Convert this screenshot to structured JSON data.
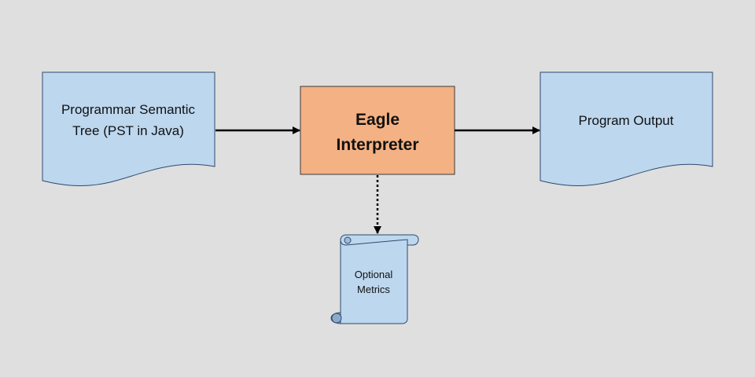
{
  "nodes": {
    "input": {
      "line1": "Programmar Semantic",
      "line2": "Tree (PST in Java)"
    },
    "interpreter": {
      "line1": "Eagle",
      "line2": "Interpreter"
    },
    "output": {
      "label": "Program Output"
    },
    "metrics": {
      "line1": "Optional",
      "line2": "Metrics"
    }
  },
  "colors": {
    "document_fill": "#bdd7ee",
    "document_stroke": "#2e4a6e",
    "interpreter_fill": "#f4b183",
    "interpreter_stroke": "#3a3a3a",
    "arrow": "#000000",
    "background": "#dfdfdf"
  }
}
